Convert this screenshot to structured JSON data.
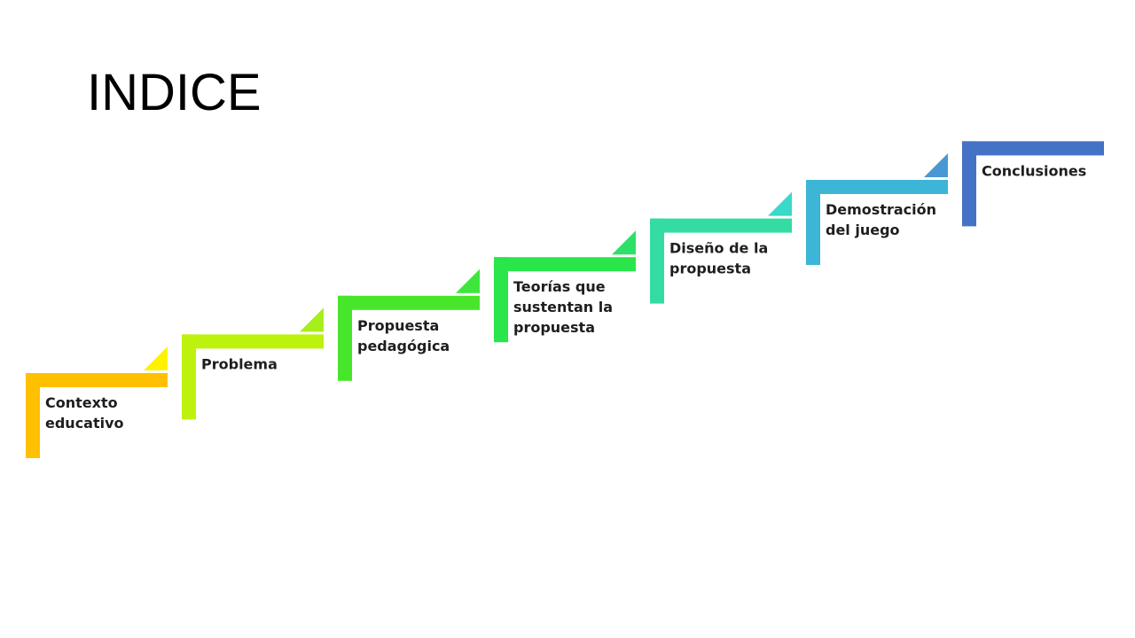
{
  "slide": {
    "title": "INDICE"
  },
  "steps": [
    {
      "lines": [
        "Contexto",
        "educativo"
      ],
      "color": "#FFC000",
      "tab_color": "#FFF200"
    },
    {
      "lines": [
        "Problema"
      ],
      "color": "#BDF20D",
      "tab_color": "#A6EF1A"
    },
    {
      "lines": [
        "Propuesta",
        "pedagógica"
      ],
      "color": "#48E62A",
      "tab_color": "#3DE63D"
    },
    {
      "lines": [
        "Teorías que",
        "sustentan la",
        "propuesta"
      ],
      "color": "#29E64B",
      "tab_color": "#2EE06A"
    },
    {
      "lines": [
        "Diseño de la",
        "propuesta"
      ],
      "color": "#34DBA3",
      "tab_color": "#3AD9C9"
    },
    {
      "lines": [
        "Demostración",
        "del juego"
      ],
      "color": "#3DB5D6",
      "tab_color": "#4A98D3"
    },
    {
      "lines": [
        "Conclusiones"
      ],
      "color": "#4472C4",
      "tab_color": null
    }
  ]
}
